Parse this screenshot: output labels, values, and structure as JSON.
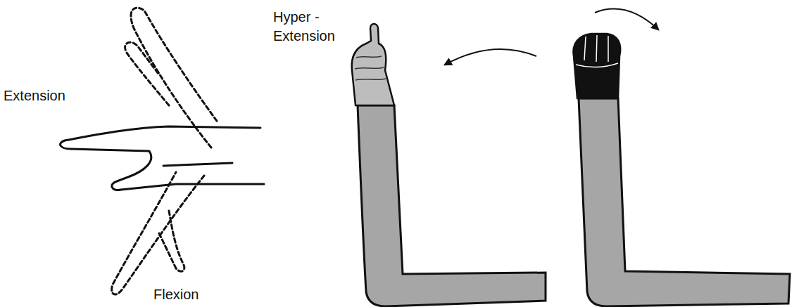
{
  "diagram": {
    "labels": [
      "Hyper - Extension",
      "Extension",
      "Flexion"
    ]
  }
}
